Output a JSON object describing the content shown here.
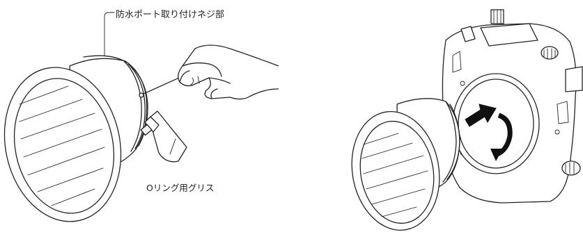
{
  "labels": {
    "mount_thread": "防水ポート取り付けネジ部",
    "oring_grease": "Oリング用グリス"
  },
  "icons": [
    "dome-port",
    "hand",
    "grease-tube",
    "camera-housing",
    "rotate-arrow",
    "push-arrow"
  ]
}
